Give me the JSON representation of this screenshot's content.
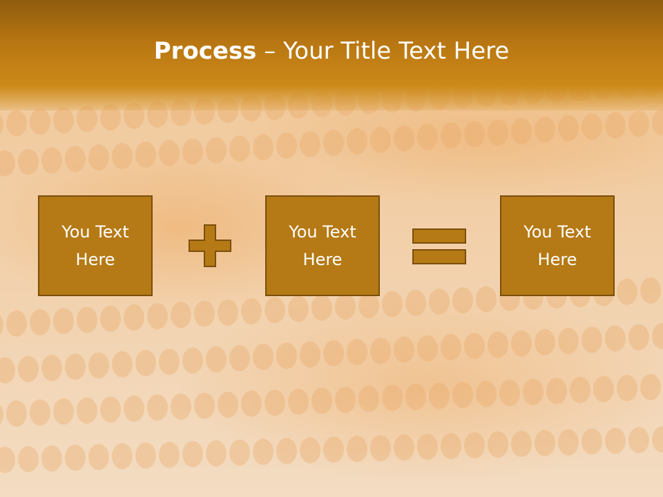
{
  "slide": {
    "title_bold": "Process",
    "title_rest": " – Your Title Text Here",
    "boxes": [
      "You Text\nHere",
      "You Text\nHere",
      "You Text\nHere"
    ],
    "operators": [
      "plus",
      "equals"
    ]
  },
  "colors": {
    "header_dark": "#8f5c0e",
    "header_light": "#cc8a1a",
    "box_fill": "#b57a15",
    "box_border": "#7a4e0b",
    "title_text": "#ffffff",
    "background_corn": "#f0c796"
  },
  "icons": [
    "plus-icon",
    "equals-icon"
  ]
}
